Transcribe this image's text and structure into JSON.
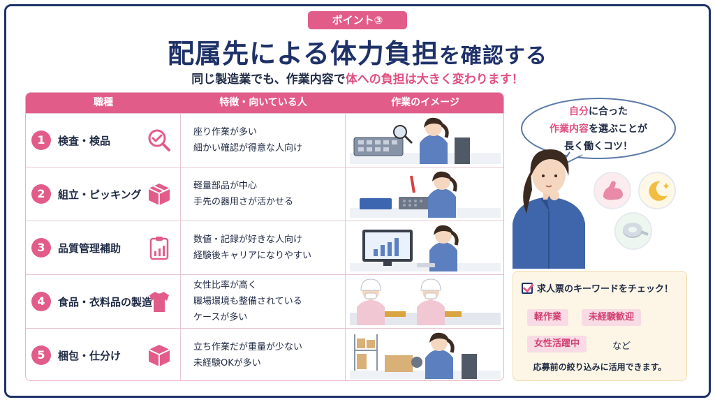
{
  "badge": "ポイント③",
  "title_main": "配属先による体力負担",
  "title_tail": "を確認する",
  "subtitle_plain": "同じ製造業でも、作業内容で",
  "subtitle_pink": "体への負担は大きく変わります！",
  "table": {
    "headers": [
      "職種",
      "特徴・向いている人",
      "作業のイメージ"
    ],
    "rows": [
      {
        "num": "1",
        "job": "検査・検品",
        "icon": "magnifier-check-icon",
        "features": [
          "座り作業が多い",
          "細かい確認が得意な人向け"
        ]
      },
      {
        "num": "2",
        "job": "組立・ピッキング",
        "icon": "box-icon",
        "features": [
          "軽量部品が中心",
          "手先の器用さが活かせる"
        ]
      },
      {
        "num": "3",
        "job": "品質管理補助",
        "icon": "clipboard-chart-icon",
        "features": [
          "数値・記録が好きな人向け",
          "経験後キャリアになりやすい"
        ]
      },
      {
        "num": "4",
        "job": "食品・衣料品の製造",
        "icon": "tshirt-icon",
        "features": [
          "女性比率が高く",
          "職場環境も整備されている",
          "ケースが多い"
        ]
      },
      {
        "num": "5",
        "job": "梱包・仕分け",
        "icon": "package-icon",
        "features": [
          "立ち作業だが重量が少ない",
          "未経験OKが多い"
        ]
      }
    ]
  },
  "bubble": {
    "line1_pink": "自分",
    "line1_plain": "に合った",
    "line2_pink": "作業内容",
    "line2_plain": "を選ぶことが",
    "line3": "長く働くコツ！"
  },
  "keywords": {
    "title": "求人票のキーワードをチェック！",
    "tags": [
      "軽作業",
      "未経験歓迎",
      "女性活躍中"
    ],
    "etc": "など",
    "note": "応募前の絞り込みに活用できます。"
  },
  "colors": {
    "navy": "#1e3168",
    "pink": "#e25c8a",
    "pink_text": "#e0507f",
    "tag_bg": "#f8dbe4",
    "keyword_bg": "#fdf6e6"
  }
}
